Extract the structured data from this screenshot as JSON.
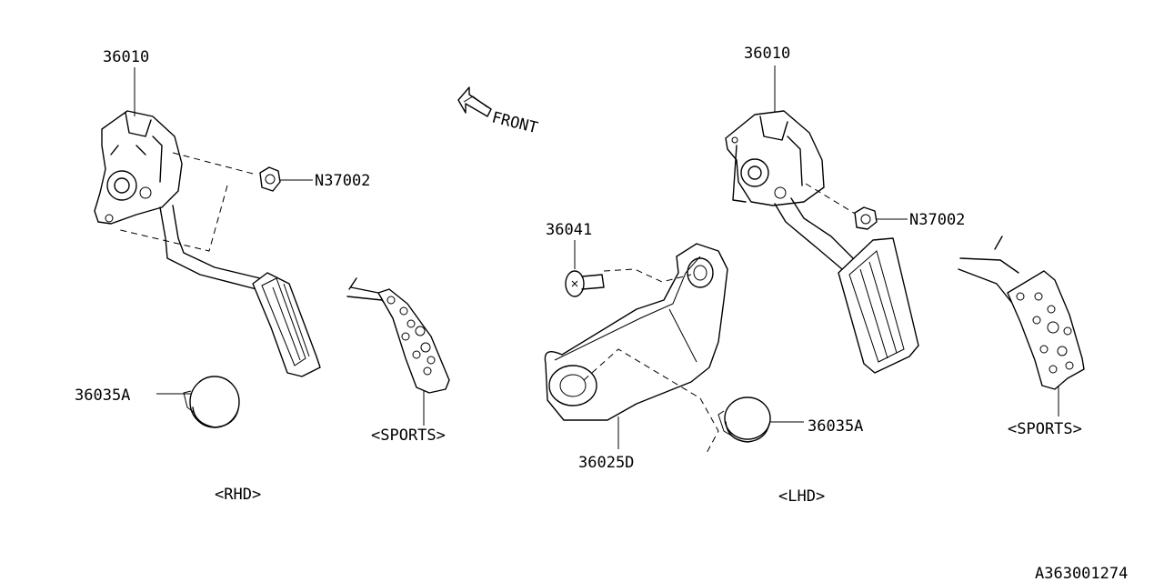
{
  "labels": {
    "rhd_pedal_assy": "36010",
    "rhd_nut": "N37002",
    "rhd_stopper": "36035A",
    "rhd_sports": "<SPORTS>",
    "rhd_caption": "<RHD>",
    "front_arrow": "FRONT",
    "bolt": "36041",
    "bracket": "36025D",
    "lhd_stopper": "36035A",
    "lhd_pedal_assy": "36010",
    "lhd_nut": "N37002",
    "lhd_sports": "<SPORTS>",
    "lhd_caption": "<LHD>",
    "diagram_id": "A363001274"
  }
}
